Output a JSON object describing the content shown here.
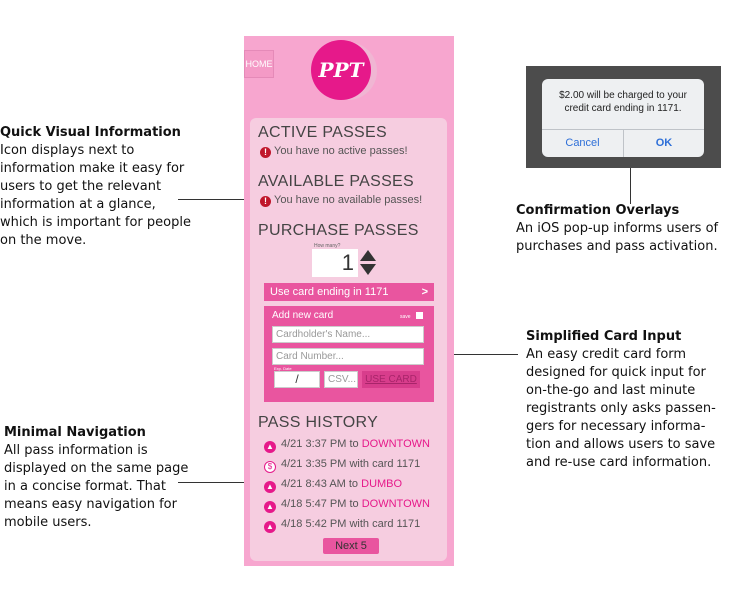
{
  "annotations": {
    "quick_visual": {
      "title": "Quick Visual Information",
      "lines": [
        "Icon displays next to",
        "information make it easy for",
        "users to get the relevant",
        "information at a glance,",
        "which is important for people",
        "on the move."
      ]
    },
    "minimal_nav": {
      "title": "Minimal Navigation",
      "lines": [
        "All pass information is",
        "displayed on the same page",
        "in a concise format. That",
        "means easy navigation for",
        "mobile users."
      ]
    },
    "confirmation": {
      "title": "Confirmation Overlays",
      "lines": [
        "An iOS pop-up informs users of",
        "purchases and pass activation."
      ]
    },
    "card_input": {
      "title": "Simplified Card Input",
      "lines": [
        "An easy credit card form",
        "designed for quick input for",
        "on-the-go and last minute",
        "registrants only asks passen-",
        "gers for necessary informa-",
        "tion and allows users to save",
        "and re-use card information."
      ]
    }
  },
  "app": {
    "home_label": "HOME",
    "logo_text": "PPT",
    "active": {
      "title": "ACTIVE PASSES",
      "message": "You have no active passes!"
    },
    "available": {
      "title": "AVAILABLE PASSES",
      "message": "You have no available passes!"
    },
    "purchase": {
      "title": "PURCHASE PASSES",
      "how_many_label": "How many?",
      "quantity": "1",
      "use_card_label": "Use card ending in 1171",
      "chevron": ">",
      "new_card": {
        "title": "Add new card",
        "save_label": "save",
        "cardholder_placeholder": "Cardholder's Name...",
        "card_number_placeholder": "Card Number...",
        "exp_label": "Exp. Date",
        "exp_value": "/",
        "csv_placeholder": "CSV...",
        "use_card_button": "USE CARD"
      }
    },
    "history": {
      "title": "PASS HISTORY",
      "rows": [
        {
          "icon": "pass",
          "text": "4/21 3:37 PM to ",
          "dest": "DOWNTOWN"
        },
        {
          "icon": "dollar",
          "text": "4/21 3:35 PM with card 1171",
          "dest": ""
        },
        {
          "icon": "pass",
          "text": "4/21 8:43 AM to ",
          "dest": "DUMBO"
        },
        {
          "icon": "pass",
          "text": "4/18 5:47 PM to ",
          "dest": "DOWNTOWN"
        },
        {
          "icon": "pass",
          "text": "4/18 5:42 PM with card 1171",
          "dest": ""
        }
      ],
      "next_button": "Next 5"
    }
  },
  "popup": {
    "message": "$2.00 will be charged to your credit card ending in 1171.",
    "cancel": "Cancel",
    "ok": "OK"
  }
}
